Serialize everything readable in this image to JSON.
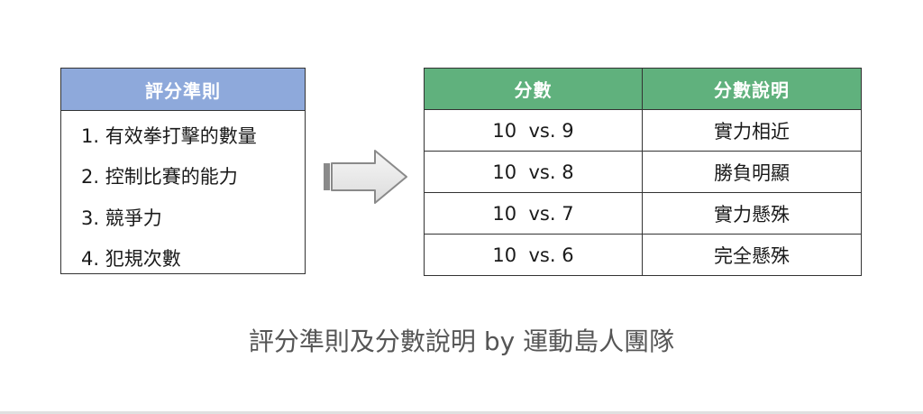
{
  "criteria": {
    "header": "評分準則",
    "items": [
      "1. 有效拳打擊的數量",
      "2. 控制比賽的能力",
      "3. 競爭力",
      "4. 犯規次數"
    ]
  },
  "scores": {
    "headers": [
      "分數",
      "分數說明"
    ],
    "rows": [
      {
        "score": "10  vs. 9",
        "desc": "實力相近"
      },
      {
        "score": "10  vs. 8",
        "desc": "勝負明顯"
      },
      {
        "score": "10  vs. 7",
        "desc": "實力懸殊"
      },
      {
        "score": "10  vs. 6",
        "desc": "完全懸殊"
      }
    ]
  },
  "caption": "評分準則及分數說明 by 運動島人團隊",
  "colors": {
    "criteria_header": "#8ea9db",
    "scores_header": "#60b17d",
    "arrow_fill": "#ebebeb",
    "arrow_stroke": "#8a8a8a"
  }
}
